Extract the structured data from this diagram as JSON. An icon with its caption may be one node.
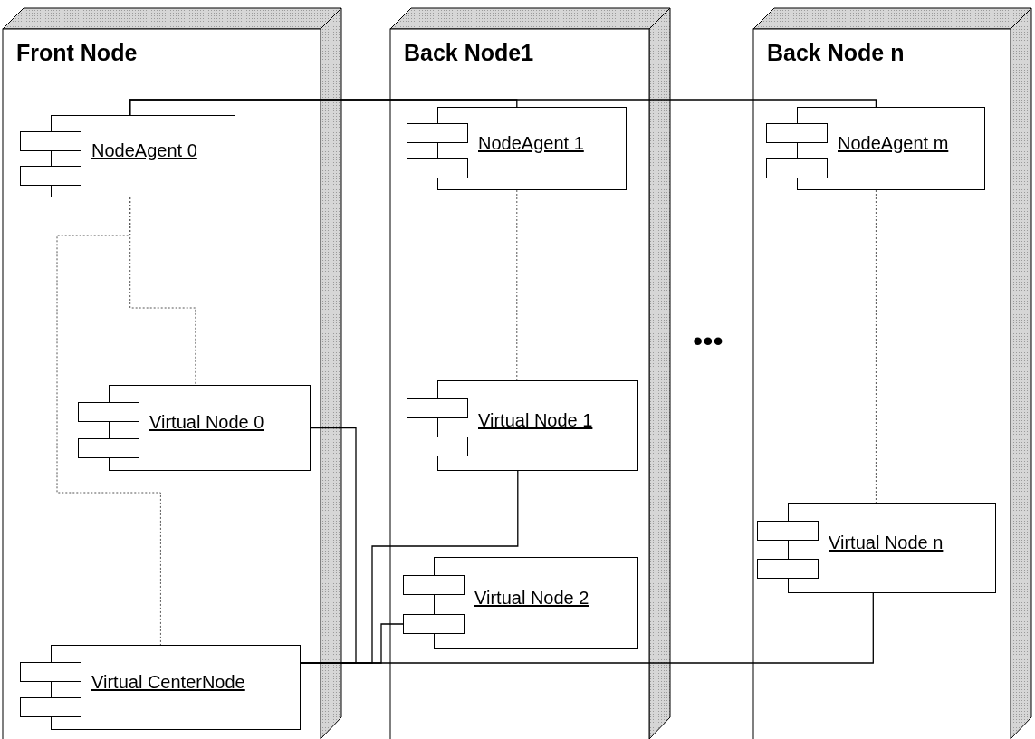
{
  "diagram": {
    "nodes": [
      {
        "text": [
          "Front Node"
        ]
      },
      {
        "text": [
          "NodeAgent 0"
        ],
        "in": 0
      },
      {
        "text": [
          "Virtual Node 0"
        ],
        "in": 0
      },
      {
        "text": [
          "Virtual CenterNode"
        ],
        "in": 0
      },
      {
        "text": [
          "Back Node1"
        ]
      },
      {
        "text": [
          "NodeAgent 1"
        ],
        "in": 4
      },
      {
        "text": [
          "Virtual Node 1"
        ],
        "in": 4
      },
      {
        "text": [
          "Virtual Node 2"
        ],
        "in": 4
      },
      {
        "text": [
          "Back Node n"
        ]
      },
      {
        "text": [
          "NodeAgent m"
        ],
        "in": 8
      },
      {
        "text": [
          "Virtual Node n"
        ],
        "in": 8
      }
    ],
    "edges": [
      {
        "from": 1,
        "to": 5,
        "arrow": "none"
      },
      {
        "from": 1,
        "to": 9,
        "arrow": "none"
      },
      {
        "from": 1,
        "to": 2,
        "arrow": "none",
        "style": "dashed"
      },
      {
        "from": 1,
        "to": 3,
        "arrow": "none",
        "style": "dashed"
      },
      {
        "from": 5,
        "to": 6,
        "arrow": "none",
        "style": "dashed"
      },
      {
        "from": 9,
        "to": 10,
        "arrow": "none",
        "style": "dashed"
      },
      {
        "from": 3,
        "to": 2,
        "arrow": "none"
      },
      {
        "from": 3,
        "to": 6,
        "arrow": "none"
      },
      {
        "from": 3,
        "to": 7,
        "arrow": "none"
      },
      {
        "from": 3,
        "to": 10,
        "arrow": "none"
      }
    ],
    "labels": [
      "•••"
    ]
  }
}
